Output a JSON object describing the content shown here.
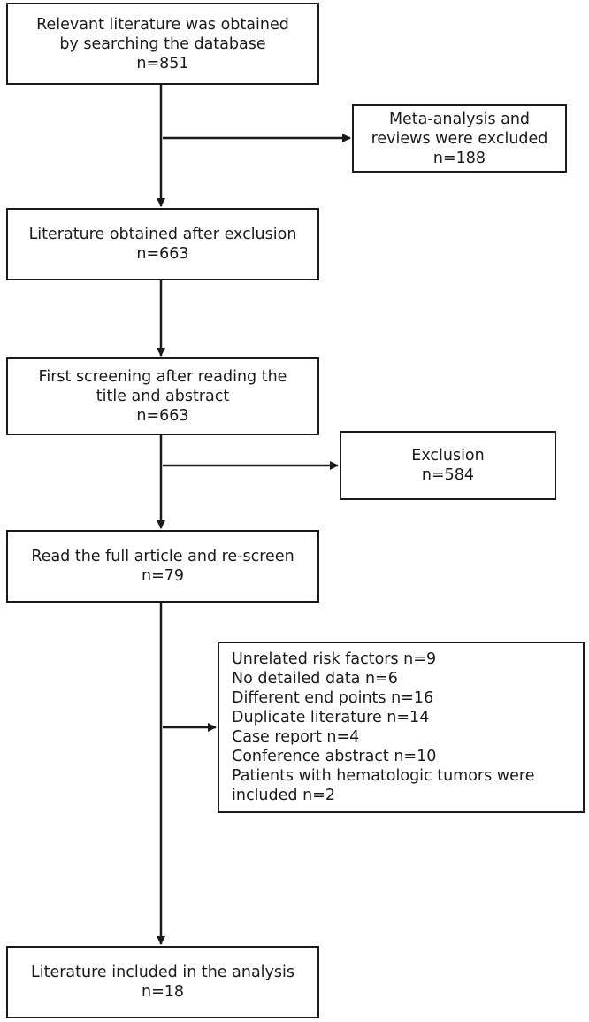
{
  "nodes": {
    "search": {
      "lines": [
        "Relevant literature was obtained",
        "by searching the database",
        "n=851"
      ]
    },
    "excluded_reviews": {
      "lines": [
        "Meta-analysis and",
        "reviews were excluded",
        "n=188"
      ]
    },
    "after_exclusion": {
      "lines": [
        "Literature obtained after exclusion",
        "n=663"
      ]
    },
    "first_screening": {
      "lines": [
        "First screening after reading the",
        "title and abstract",
        "n=663"
      ]
    },
    "exclusion": {
      "lines": [
        "Exclusion",
        "n=584"
      ]
    },
    "full_article": {
      "lines": [
        "Read the full article and re-screen",
        "n=79"
      ]
    },
    "exclusion_reasons": {
      "lines": [
        "Unrelated risk factors n=9",
        "No detailed data n=6",
        "Different end points n=16",
        "Duplicate literature n=14",
        "Case report n=4",
        "Conference abstract n=10",
        "Patients with hematologic tumors were",
        "included n=2"
      ]
    },
    "included": {
      "lines": [
        "Literature included in the analysis",
        "n=18"
      ]
    }
  },
  "colors": {
    "stroke": "#1a1a1a",
    "background": "#ffffff"
  }
}
